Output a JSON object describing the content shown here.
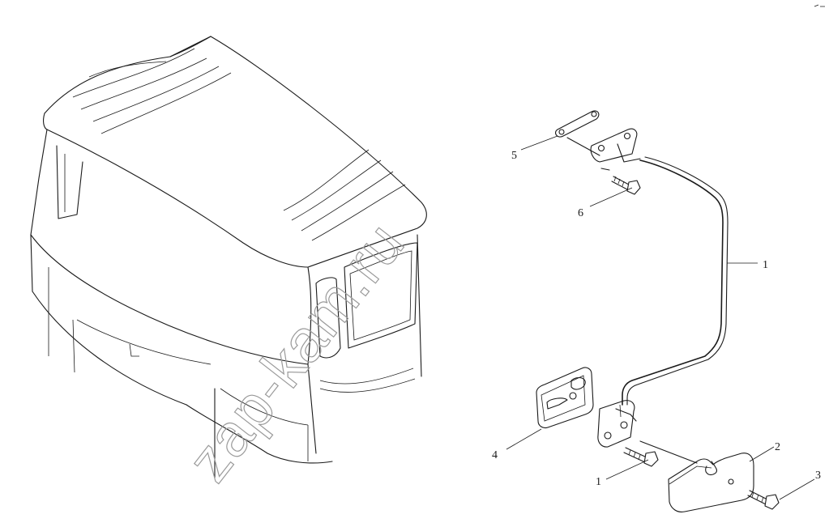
{
  "watermark": "zap-kam.ru",
  "callouts": [
    {
      "id": "c1a",
      "label": "1"
    },
    {
      "id": "c1b",
      "label": "1"
    },
    {
      "id": "c2",
      "label": "2"
    },
    {
      "id": "c3",
      "label": "3"
    },
    {
      "id": "c4",
      "label": "4"
    },
    {
      "id": "c5",
      "label": "5"
    },
    {
      "id": "c6",
      "label": "6"
    }
  ],
  "colors": {
    "line": "#1a1a1a",
    "background": "#ffffff",
    "watermark": "#9a9a9a"
  }
}
